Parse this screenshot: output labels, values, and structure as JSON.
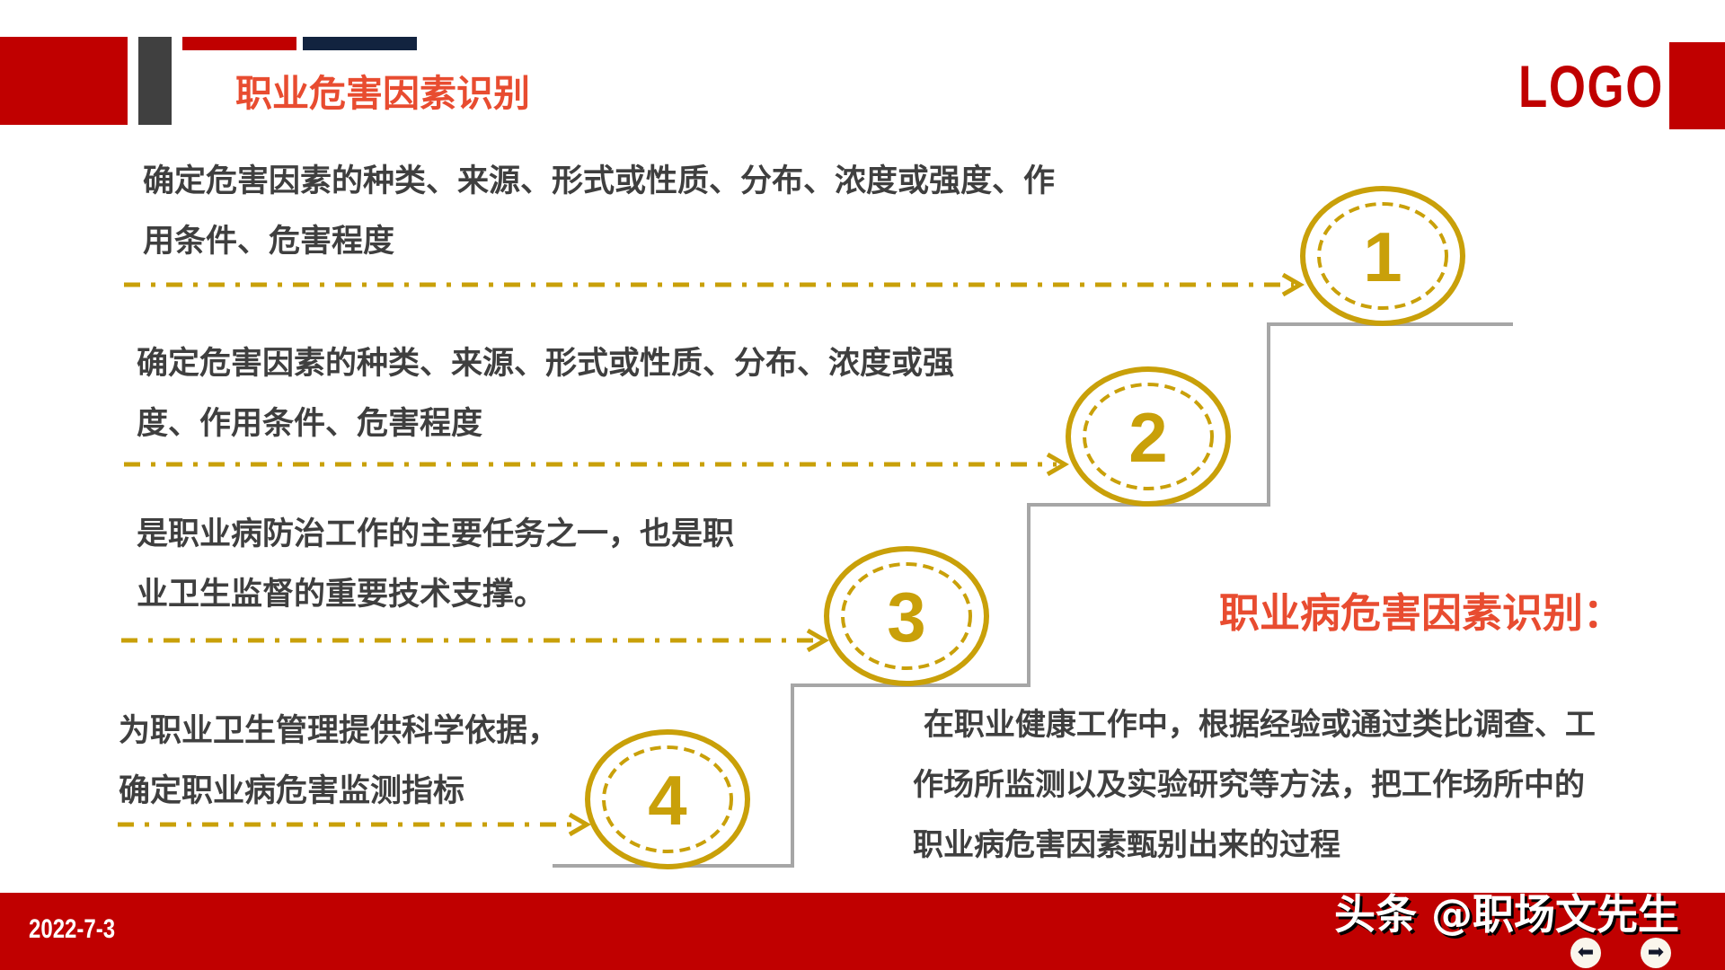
{
  "header": {
    "title": "职业危害因素识别",
    "logo": "LOGO"
  },
  "steps": [
    {
      "number": "1",
      "lines": [
        "确定危害因素的种类、来源、形式或性质、分布、浓度或强度、作",
        "用条件、危害程度"
      ]
    },
    {
      "number": "2",
      "lines": [
        "确定危害因素的种类、来源、形式或性质、分布、浓度或强",
        "度、作用条件、危害程度"
      ]
    },
    {
      "number": "3",
      "lines": [
        "是职业病防治工作的主要任务之一，也是职",
        "业卫生监督的重要技术支撑。"
      ]
    },
    {
      "number": "4",
      "lines": [
        "为职业卫生管理提供科学依据，",
        "确定职业病危害监测指标"
      ]
    }
  ],
  "definition": {
    "heading": "职业病危害因素识别：",
    "lines": [
      " 在职业健康工作中，根据经验或通过类比调查、工",
      "作场所监测以及实验研究等方法，把工作场所中的",
      "职业病危害因素甄别出来的过程"
    ]
  },
  "footer": {
    "date": "2022-7-3",
    "watermark": "头条 @职场文先生"
  },
  "colors": {
    "red": "#C00000",
    "title": "#E84C30",
    "gold": "#C9A009",
    "navy": "#12233F",
    "gray_bar": "#404040",
    "stair": "#A6A6A6"
  }
}
